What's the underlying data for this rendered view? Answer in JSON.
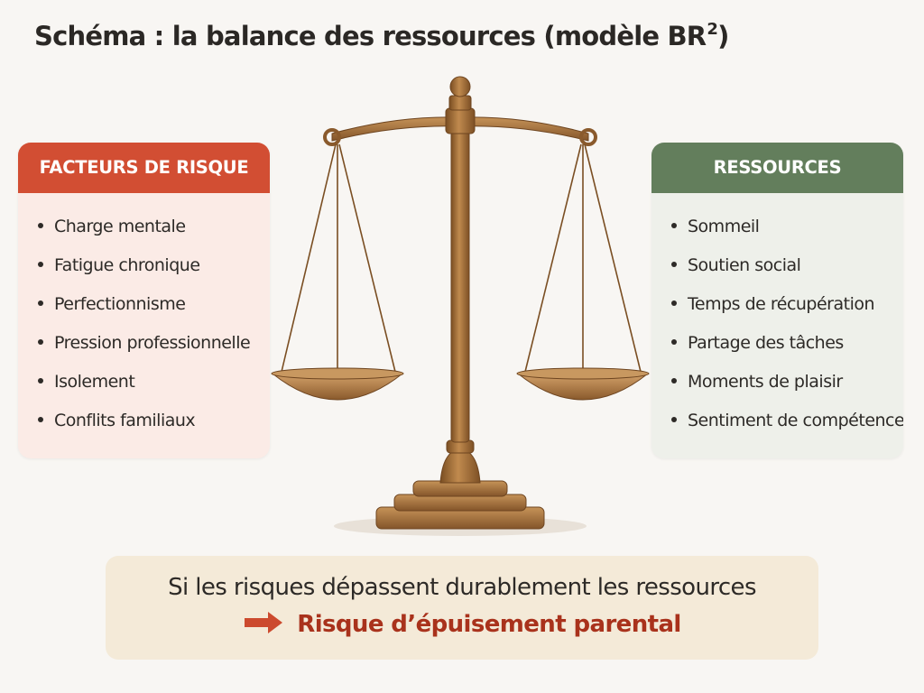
{
  "title": "Schéma : la balance des ressources (modèle BR",
  "title_sup": "2",
  "title_end": ")",
  "risk_panel": {
    "heading": "FACTEURS DE RISQUE",
    "color": "#d24e33",
    "items": [
      "Charge mentale",
      "Fatigue chronique",
      "Perfectionnisme",
      "Pression professionnelle",
      "Isolement",
      "Conflits familiaux"
    ]
  },
  "resources_panel": {
    "heading": "RESSOURCES",
    "color": "#637e5c",
    "items": [
      "Sommeil",
      "Soutien social",
      "Temps de récupération",
      "Partage des tâches",
      "Moments de plaisir",
      "Sentiment de compétence"
    ]
  },
  "conclusion": {
    "line1": "Si les risques dépassent durablement les ressources",
    "line2": "Risque d’épuisement parental",
    "accent": "#a9321c",
    "arrow_icon": "right-arrow-icon"
  },
  "scale_icon": "balance-scale-icon"
}
